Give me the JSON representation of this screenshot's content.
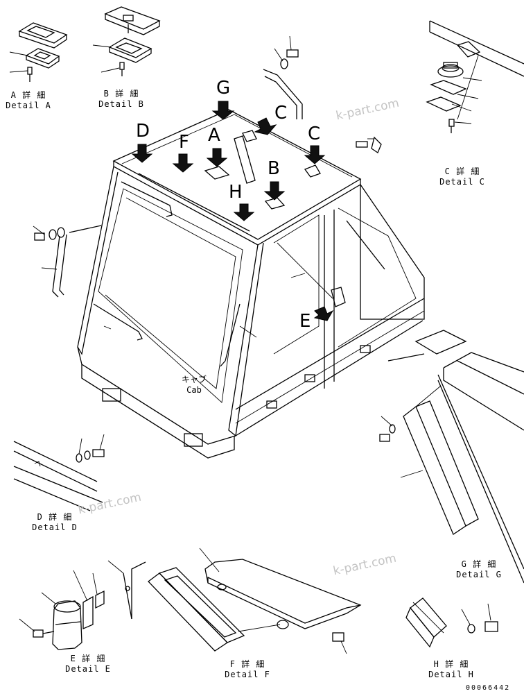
{
  "diagram": {
    "detail_labels": [
      {
        "id": "A",
        "jp": "A 詳 細",
        "en": "Detail A"
      },
      {
        "id": "B",
        "jp": "B 詳 細",
        "en": "Detail B"
      },
      {
        "id": "C",
        "jp": "C 詳 細",
        "en": "Detail C"
      },
      {
        "id": "D",
        "jp": "D 詳 細",
        "en": "Detail D"
      },
      {
        "id": "E",
        "jp": "E 詳 細",
        "en": "Detail E"
      },
      {
        "id": "F",
        "jp": "F 詳 細",
        "en": "Detail F"
      },
      {
        "id": "G",
        "jp": "G 詳 細",
        "en": "Detail G"
      },
      {
        "id": "H",
        "jp": "H 詳 細",
        "en": "Detail H"
      }
    ],
    "callouts": [
      "A",
      "B",
      "C",
      "C",
      "D",
      "E",
      "F",
      "G",
      "H"
    ],
    "cab_label": {
      "jp": "キャブ",
      "en": "Cab"
    },
    "watermark": "k-part.com",
    "part_number": "00066442"
  }
}
